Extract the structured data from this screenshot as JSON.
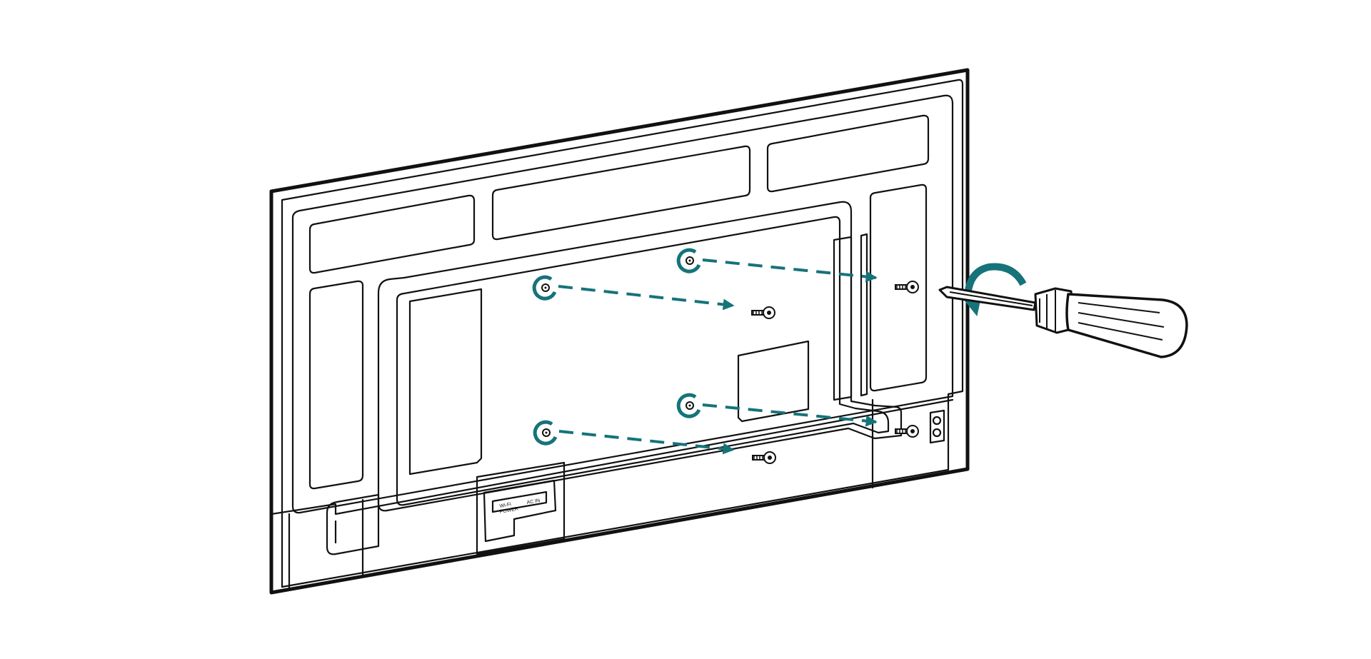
{
  "diagram": {
    "accent_color": "#16737a",
    "outline_color": "#111111",
    "panel_labels": {
      "wi_fi": "Wi-Fi",
      "power": "POWER",
      "ac_in": "AC IN"
    },
    "icons": [
      "tv-back-panel",
      "screw-hole-icon",
      "screw-icon",
      "dashed-arrow-icon",
      "screwdriver-icon",
      "rotate-arrow-icon"
    ]
  }
}
